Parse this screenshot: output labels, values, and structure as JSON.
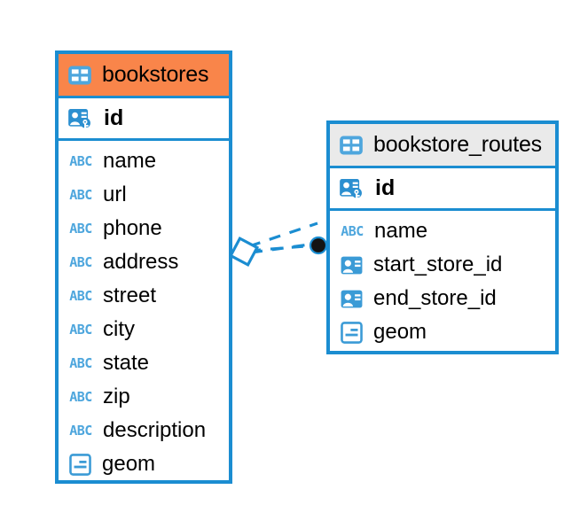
{
  "diagram": {
    "type": "entity-relationship-diagram",
    "background_color": "#ffffff",
    "accent_color": "#1b8dd1",
    "highlight_header_color": "#f9854a",
    "neutral_header_color": "#eaeaea"
  },
  "entities": [
    {
      "name": "bookstores",
      "header_style": "highlighted",
      "table_icon": "table-icon",
      "primary_key": {
        "name": "id",
        "icon": "primary-key-icon"
      },
      "fields": [
        {
          "name": "name",
          "icon": "text-type-icon"
        },
        {
          "name": "url",
          "icon": "text-type-icon"
        },
        {
          "name": "phone",
          "icon": "text-type-icon"
        },
        {
          "name": "address",
          "icon": "text-type-icon"
        },
        {
          "name": "street",
          "icon": "text-type-icon"
        },
        {
          "name": "city",
          "icon": "text-type-icon"
        },
        {
          "name": "state",
          "icon": "text-type-icon"
        },
        {
          "name": "zip",
          "icon": "text-type-icon"
        },
        {
          "name": "description",
          "icon": "text-type-icon"
        },
        {
          "name": "geom",
          "icon": "geometry-type-icon"
        }
      ]
    },
    {
      "name": "bookstore_routes",
      "header_style": "neutral",
      "table_icon": "table-icon",
      "primary_key": {
        "name": "id",
        "icon": "primary-key-icon"
      },
      "fields": [
        {
          "name": "name",
          "icon": "text-type-icon"
        },
        {
          "name": "start_store_id",
          "icon": "foreign-key-icon"
        },
        {
          "name": "end_store_id",
          "icon": "foreign-key-icon"
        },
        {
          "name": "geom",
          "icon": "geometry-type-icon"
        }
      ]
    }
  ],
  "relationship": {
    "from_entity": "bookstores",
    "to_entity": "bookstore_routes",
    "line_style": "dashed",
    "line_color": "#1b8dd1",
    "source_marker": "diamond-marker",
    "target_marker": "filled-circle-marker",
    "target_marker_color": "#111111"
  }
}
